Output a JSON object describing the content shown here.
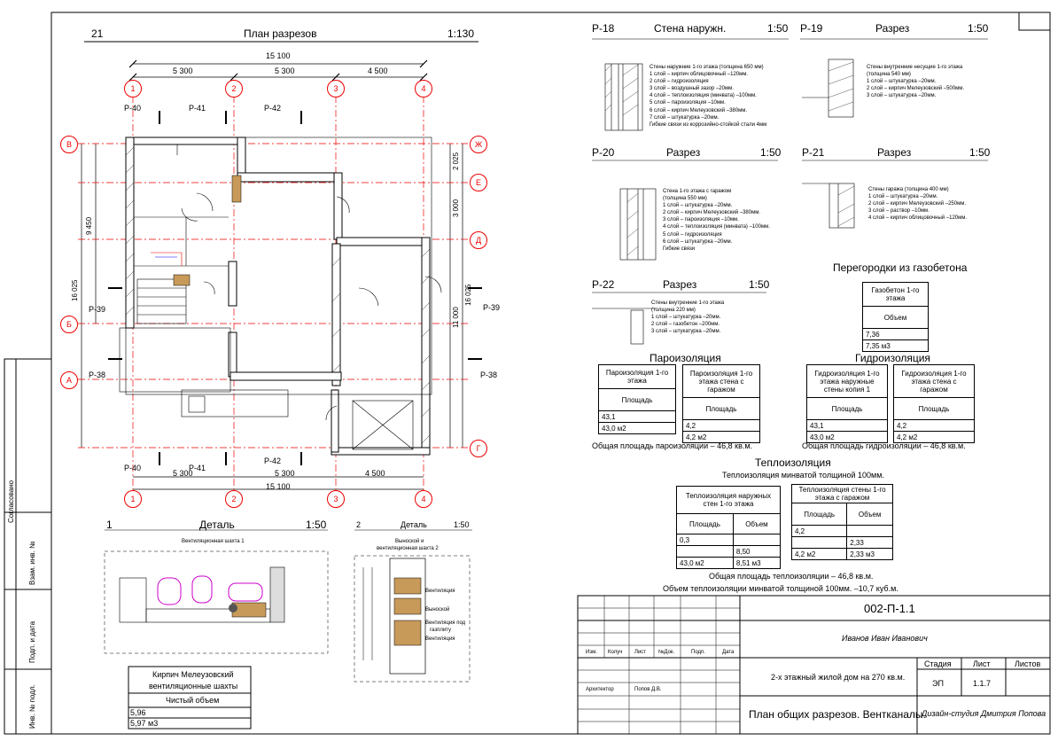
{
  "sheet_number": "21",
  "main_title": "План разрезов",
  "main_scale": "1:130",
  "plan": {
    "dims_top": [
      "15 100",
      "5 300",
      "5 300",
      "4 500"
    ],
    "dims_bottom": [
      "5 300",
      "5 300",
      "4 500",
      "15 100"
    ],
    "dims_left": [
      "9 450",
      "16 025"
    ],
    "dims_right": [
      "2 025",
      "3 000",
      "11 000",
      "16 025"
    ],
    "axes_num": [
      "1",
      "2",
      "3",
      "4"
    ],
    "axes_letters_left": [
      "В",
      "Б",
      "А"
    ],
    "axes_letters_right": [
      "Ж",
      "Е",
      "Д",
      "Г"
    ],
    "cuts": [
      "Р-40",
      "Р-41",
      "Р-42",
      "Р-39",
      "Р-39",
      "Р-38",
      "Р-38",
      "Р-40",
      "Р-41",
      "Р-42"
    ]
  },
  "detail1": {
    "num": "1",
    "title": "Деталь",
    "scale": "1:50",
    "sub": "Вентиляционная шахта 1"
  },
  "detail2": {
    "num": "2",
    "title": "Деталь",
    "scale": "1:50",
    "sub1": "Выноской и",
    "sub2": "вентиляционная шахта 2",
    "labels": [
      "Вентиляция",
      "Выноской",
      "Вентиляция под",
      "газплиту",
      "Вентиляция"
    ]
  },
  "kirpich": {
    "title1": "Кирпич Мелеузовский",
    "title2": "вентиляционные шахты",
    "col": "Чистый объем",
    "v1": "5,96",
    "v2": "5,97 м3"
  },
  "sections": {
    "r18": {
      "code": "Р-18",
      "title": "Стена наружн.",
      "scale": "1:50",
      "lines": [
        "Стены наружние 1-го этажа (толщина 650 мм)",
        "1 слой – кирпич облицовочный      –120мм.",
        "2 слой – гидроизоляция",
        "3 слой – воздушный зазор             –20мм.",
        "4 слой – теплоизоляция (минвата) –100мм.",
        "5 слой – пароизоляция                  –10мм.",
        "6 слой – кирпич Мелеузовский      –380мм.",
        "7 слой – штукатурка                    –20мм.",
        "Гибкие связи из коррозийно-стойкой стали 4мм"
      ]
    },
    "r19": {
      "code": "Р-19",
      "title": "Разрез",
      "scale": "1:50",
      "lines": [
        "Стены внутренние несущие 1-го этажа",
        "(толщина 540 мм)",
        "1 слой – штукатурка              –20мм.",
        "2 слой – кирпич Мелеузовский  –500мм.",
        "3 слой – штукатурка              –20мм."
      ]
    },
    "r20": {
      "code": "Р-20",
      "title": "Разрез",
      "scale": "1:50",
      "lines": [
        "Стена 1-го этажа с гаражом",
        "",
        "(толщина 550 мм)",
        "1 слой – штукатурка                  –20мм.",
        "2 слой – кирпич Мелеузовский   –380мм.",
        "3 слой – пароизоляция               –10мм.",
        "4 слой – теплоизоляция (минвата) –100мм.",
        "5 слой – гидроизоляция",
        "6 слой – штукатурка                  –20мм.",
        "Гибкие связи"
      ]
    },
    "r21": {
      "code": "Р-21",
      "title": "Разрез",
      "scale": "1:50",
      "lines": [
        "Стены гаража (толщина 400 мм)",
        "1 слой – штукатурка              –20мм.",
        "2 слой – кирпич Мелеузовский  –250мм.",
        "3 слой – раствор                    –10мм.",
        "4 слой – кирпич облицовочный  –120мм."
      ]
    },
    "r22": {
      "code": "Р-22",
      "title": "Разрез",
      "scale": "1:50",
      "lines": [
        "Стены внутренние 1-го этажа",
        "",
        "(толщина 220 мм)",
        "1 слой – штукатурка              –20мм.",
        "2 слой – газобетон                –200мм.",
        "3 слой – штукатурка              –20мм."
      ]
    }
  },
  "gazobeton": {
    "title": "Перегородки из газобетона",
    "h1": "Газобетон 1-го",
    "h2": "этажа",
    "col": "Объем",
    "v1": "7,36",
    "v2": "7,35 м3"
  },
  "paroiz": {
    "title": "Пароизоляция",
    "t1": {
      "h1": "Пароизоляция 1-го",
      "h2": "этажа",
      "col": "Площадь",
      "v1": "43,1",
      "v2": "43,0 м2"
    },
    "t2": {
      "h1": "Пароизоляция 1-го",
      "h2": "этажа стена с",
      "h3": "гаражом",
      "col": "Площадь",
      "v1": "4,2",
      "v2": "4,2 м2"
    },
    "total": "Общая площадь пароизоляции – 46,8 кв.м."
  },
  "gidroiz": {
    "title": "Гидроизоляция",
    "t1": {
      "h1": "Гидроизоляция 1-го",
      "h2": "этажа наружные",
      "h3": "стены копия 1",
      "col": "Площадь",
      "v1": "43,1",
      "v2": "43,0 м2"
    },
    "t2": {
      "h1": "Гидроизоляция 1-го",
      "h2": "этажа стена с",
      "h3": "гаражом",
      "col": "Площадь",
      "v1": "4,2",
      "v2": "4,2 м2"
    },
    "total": "Общая площадь гидроизоляции – 46,8 кв.м."
  },
  "teplo": {
    "title": "Теплоизоляция",
    "sub": "Теплоизоляция минватой толщиной 100мм.",
    "t1": {
      "h1": "Теплоизоляция наружных",
      "h2": "стен 1-го этажа",
      "c1": "Площадь",
      "c2": "Объем",
      "a1": "0,3",
      "b1": "8,50",
      "a2": "43,0 м2",
      "b2": "8,51 м3"
    },
    "t2": {
      "h1": "Теплоизоляция стены 1-го",
      "h2": "этажа с гаражом",
      "c1": "Площадь",
      "c2": "Объем",
      "a1": "4,2",
      "b1": "2,33",
      "a2": "4,2 м2",
      "b2": "2,33 м3"
    },
    "total1": "Общая площадь теплоизоляции – 46,8 кв.м.",
    "total2": "Объем теплоизоляции минватой толщиной 100мм. –10,7 куб.м."
  },
  "stamp": {
    "code": "002-П-1.1",
    "person": "Иванов Иван Иванович",
    "cols": [
      "Изм.",
      "Колуч",
      "Лист",
      "№Док.",
      "Подп.",
      "Дата"
    ],
    "role": "Архитектор",
    "role_name": "Попов Д.В.",
    "object": "2-х этажный жилой дом на 270 кв.м.",
    "h_stage": "Стадия",
    "h_sheet": "Лист",
    "h_sheets": "Листов",
    "stage": "ЭП",
    "sheet": "1.1.7",
    "sheet_title": "План общих разрезов. Вентканалы.",
    "studio": "Дизайн-студия Дмитрия Попова"
  },
  "side": [
    "Согласовано",
    "Взам. инв. №",
    "Подп. и дата",
    "Инв. № подл."
  ]
}
